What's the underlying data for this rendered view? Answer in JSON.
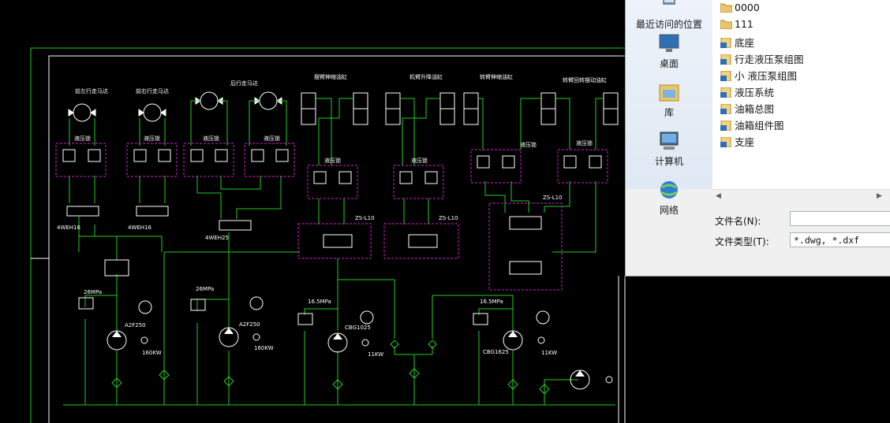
{
  "drawing": {
    "titles": [
      "前左行走马达",
      "前右行走马达",
      "后行走马达",
      "摆臂伸缩油缸",
      "机臂升降油缸",
      "转臂伸缩油缸",
      "转臂回转摆动油缸"
    ],
    "valve_labels": [
      "液压锁",
      "液压锁",
      "液压锁",
      "液压锁",
      "液压锁",
      "液压锁",
      "液压锁",
      "液压锁"
    ],
    "dir_valves": [
      "4WEH16",
      "4WEH16",
      "4WEH25"
    ],
    "zs_labels": [
      "ZS-L10",
      "ZS-L10",
      "ZS-L10"
    ],
    "relief_labels": [
      "26MPa",
      "26MPa",
      "16.5MPa",
      "16.5MPa"
    ],
    "pump_labels": [
      "A2F250",
      "A2F250",
      "CBG1025",
      "CBG1625"
    ],
    "power_labels": [
      "160KW",
      "160KW",
      "11KW",
      "11KW"
    ],
    "colors": {
      "green": "#22cc22",
      "magenta": "#cc22cc",
      "white": "#ffffff",
      "cyan": "#22cccc",
      "yellow": "#cccc22"
    }
  },
  "dialog": {
    "places": [
      {
        "label": "最近访问的位置",
        "icon": "recent-places-icon"
      },
      {
        "label": "桌面",
        "icon": "desktop-icon"
      },
      {
        "label": "库",
        "icon": "library-icon"
      },
      {
        "label": "计算机",
        "icon": "computer-icon"
      },
      {
        "label": "网络",
        "icon": "network-icon"
      }
    ],
    "files": [
      {
        "name": "0000",
        "icon": "folder-icon"
      },
      {
        "name": "111",
        "icon": "folder-icon"
      },
      {
        "name": "底座",
        "icon": "dwg-file-icon"
      },
      {
        "name": "行走液压泵组图",
        "icon": "dwg-file-icon"
      },
      {
        "name": "小 液压泵组图",
        "icon": "dwg-file-icon"
      },
      {
        "name": "液压系统",
        "icon": "dwg-file-icon"
      },
      {
        "name": "油箱总图",
        "icon": "dwg-file-icon"
      },
      {
        "name": "油箱组件图",
        "icon": "dwg-file-icon"
      },
      {
        "name": "支座",
        "icon": "dwg-file-icon"
      }
    ],
    "filename_label": "文件名(N):",
    "filename_value": "",
    "filetype_label": "文件类型(T):",
    "filetype_value": "*.dwg, *.dxf"
  }
}
